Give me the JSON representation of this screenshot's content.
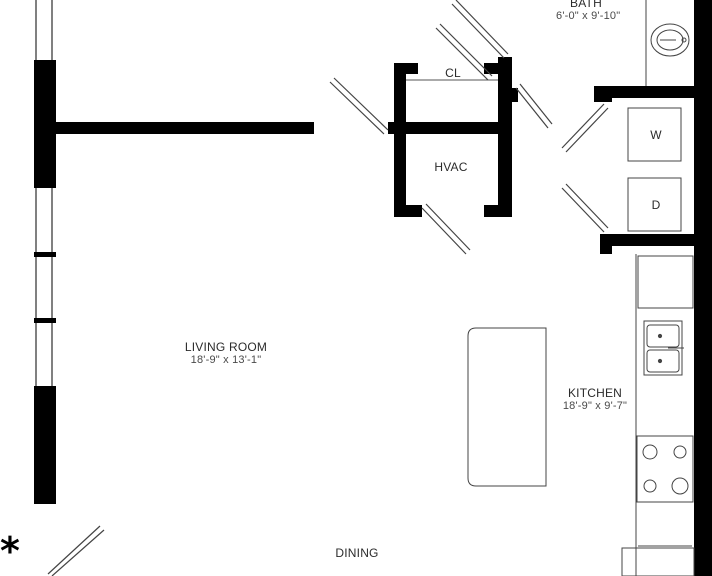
{
  "rooms": {
    "bath": {
      "name": "BATH",
      "dims": "6'-0\" x 9'-10\""
    },
    "closet": {
      "name": "CL"
    },
    "hvac": {
      "name": "HVAC"
    },
    "living_room": {
      "name": "LIVING ROOM",
      "dims": "18'-9\" x 13'-1\""
    },
    "kitchen": {
      "name": "KITCHEN",
      "dims": "18'-9\" x 9'-7\""
    },
    "dining": {
      "name": "DINING"
    }
  },
  "appliances": {
    "washer": "W",
    "dryer": "D"
  },
  "markers": {
    "asterisk": "*"
  }
}
